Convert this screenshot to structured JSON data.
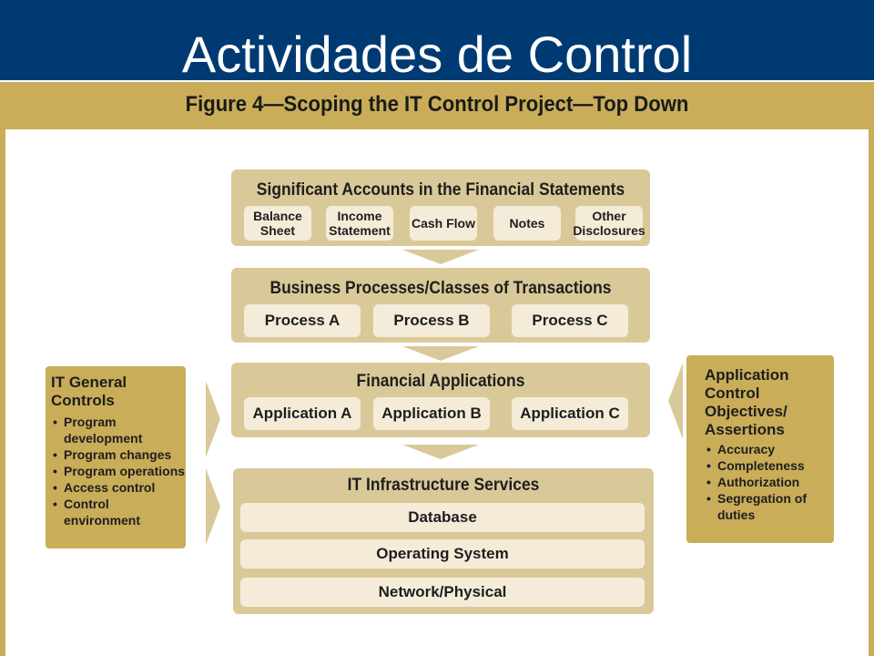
{
  "slide": {
    "title": "Actividades de Control"
  },
  "figure": {
    "title": "Figure 4—Scoping the IT Control Project—Top Down"
  },
  "tiers": {
    "accounts": {
      "title": "Significant Accounts in the Financial Statements",
      "items": [
        [
          "Balance",
          "Sheet"
        ],
        [
          "Income",
          "Statement"
        ],
        [
          "Cash Flow"
        ],
        [
          "Notes"
        ],
        [
          "Other",
          "Disclosures"
        ]
      ]
    },
    "processes": {
      "title": "Business Processes/Classes of Transactions",
      "items": [
        "Process A",
        "Process B",
        "Process C"
      ]
    },
    "applications": {
      "title": "Financial Applications",
      "items": [
        "Application A",
        "Application B",
        "Application C"
      ]
    },
    "infrastructure": {
      "title": "IT Infrastructure Services",
      "items": [
        "Database",
        "Operating System",
        "Network/Physical"
      ]
    }
  },
  "it_general_controls": {
    "title": "IT General Controls",
    "items": [
      [
        "Program",
        "development"
      ],
      [
        "Program changes"
      ],
      [
        "Program operations"
      ],
      [
        "Access control"
      ],
      [
        "Control",
        "environment"
      ]
    ]
  },
  "application_controls": {
    "title": [
      "Application",
      "Control",
      "Objectives/",
      "Assertions"
    ],
    "items": [
      [
        "Accuracy"
      ],
      [
        "Completeness"
      ],
      [
        "Authorization"
      ],
      [
        "Segregation of",
        "duties"
      ]
    ]
  },
  "colors": {
    "header": "#003a73",
    "gold": "#c9ad59",
    "tier": "#dac998",
    "box": "#f4ecd9"
  }
}
